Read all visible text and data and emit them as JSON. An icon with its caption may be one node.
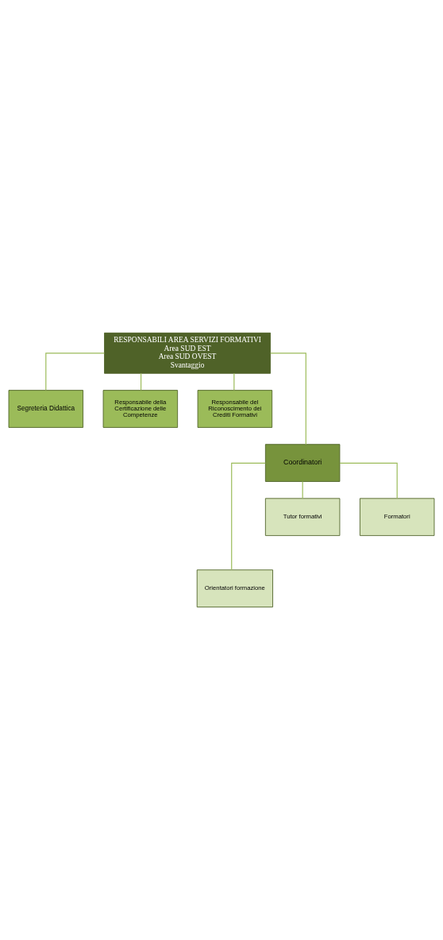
{
  "diagram": {
    "nodes": [
      {
        "text": [
          "RESPONSABILI AREA SERVIZI FORMATIVI",
          "Area SUD EST",
          "Area SUD OVEST",
          "Svantaggio"
        ]
      },
      {
        "text": [
          "Segreteria Didattica"
        ]
      },
      {
        "text": [
          "Responsabile della Certificazione delle Competenze"
        ]
      },
      {
        "text": [
          "Responsabile del Riconoscimento dei Crediti Formativi"
        ]
      },
      {
        "text": [
          "Coordinatori"
        ]
      },
      {
        "text": [
          "Orientatori formazione"
        ]
      },
      {
        "text": [
          "Tutor formativi"
        ]
      },
      {
        "text": [
          "Formatori"
        ]
      }
    ],
    "edges": [
      {
        "from": 0,
        "to": 1,
        "arrow": "none"
      },
      {
        "from": 0,
        "to": 2,
        "arrow": "none"
      },
      {
        "from": 0,
        "to": 3,
        "arrow": "none"
      },
      {
        "from": 0,
        "to": 4,
        "arrow": "none"
      },
      {
        "from": 4,
        "to": 5,
        "arrow": "none"
      },
      {
        "from": 4,
        "to": 6,
        "arrow": "none"
      },
      {
        "from": 4,
        "to": 7,
        "arrow": "none"
      }
    ]
  }
}
